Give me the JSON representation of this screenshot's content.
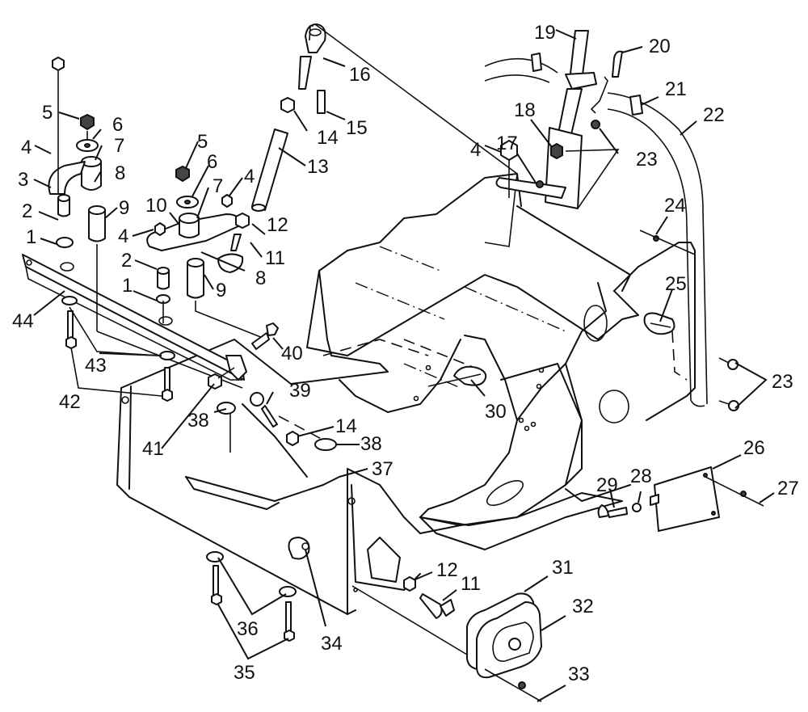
{
  "diagram": {
    "type": "exploded-parts-diagram",
    "subject": "steering / frame assembly",
    "callouts": [
      {
        "id": "c5a",
        "label": "5"
      },
      {
        "id": "c6a",
        "label": "6"
      },
      {
        "id": "c4a",
        "label": "4"
      },
      {
        "id": "c7a",
        "label": "7"
      },
      {
        "id": "c3",
        "label": "3"
      },
      {
        "id": "c8a",
        "label": "8"
      },
      {
        "id": "c2a",
        "label": "2"
      },
      {
        "id": "c9a",
        "label": "9"
      },
      {
        "id": "c1a",
        "label": "1"
      },
      {
        "id": "c44",
        "label": "44"
      },
      {
        "id": "c5b",
        "label": "5"
      },
      {
        "id": "c6b",
        "label": "6"
      },
      {
        "id": "c7b",
        "label": "7"
      },
      {
        "id": "c4b",
        "label": "4"
      },
      {
        "id": "c10",
        "label": "10"
      },
      {
        "id": "c4c",
        "label": "4"
      },
      {
        "id": "c12a",
        "label": "12"
      },
      {
        "id": "c11a",
        "label": "11"
      },
      {
        "id": "c2b",
        "label": "2"
      },
      {
        "id": "c1b",
        "label": "1"
      },
      {
        "id": "c8b",
        "label": "8"
      },
      {
        "id": "c9b",
        "label": "9"
      },
      {
        "id": "c16",
        "label": "16"
      },
      {
        "id": "c15",
        "label": "15"
      },
      {
        "id": "c14a",
        "label": "14"
      },
      {
        "id": "c13",
        "label": "13"
      },
      {
        "id": "c19",
        "label": "19"
      },
      {
        "id": "c20",
        "label": "20"
      },
      {
        "id": "c21",
        "label": "21"
      },
      {
        "id": "c22",
        "label": "22"
      },
      {
        "id": "c18",
        "label": "18"
      },
      {
        "id": "c17",
        "label": "17"
      },
      {
        "id": "c4d",
        "label": "4"
      },
      {
        "id": "c23a",
        "label": "23"
      },
      {
        "id": "c24",
        "label": "24"
      },
      {
        "id": "c25",
        "label": "25"
      },
      {
        "id": "c23b",
        "label": "23"
      },
      {
        "id": "c26",
        "label": "26"
      },
      {
        "id": "c27",
        "label": "27"
      },
      {
        "id": "c28",
        "label": "28"
      },
      {
        "id": "c29",
        "label": "29"
      },
      {
        "id": "c30",
        "label": "30"
      },
      {
        "id": "c31",
        "label": "31"
      },
      {
        "id": "c32",
        "label": "32"
      },
      {
        "id": "c33",
        "label": "33"
      },
      {
        "id": "c12b",
        "label": "12"
      },
      {
        "id": "c11b",
        "label": "11"
      },
      {
        "id": "c34",
        "label": "34"
      },
      {
        "id": "c35",
        "label": "35"
      },
      {
        "id": "c36",
        "label": "36"
      },
      {
        "id": "c37",
        "label": "37"
      },
      {
        "id": "c38a",
        "label": "38"
      },
      {
        "id": "c38b",
        "label": "38"
      },
      {
        "id": "c14b",
        "label": "14"
      },
      {
        "id": "c39",
        "label": "39"
      },
      {
        "id": "c40",
        "label": "40"
      },
      {
        "id": "c41",
        "label": "41"
      },
      {
        "id": "c42",
        "label": "42"
      },
      {
        "id": "c43",
        "label": "43"
      }
    ]
  }
}
